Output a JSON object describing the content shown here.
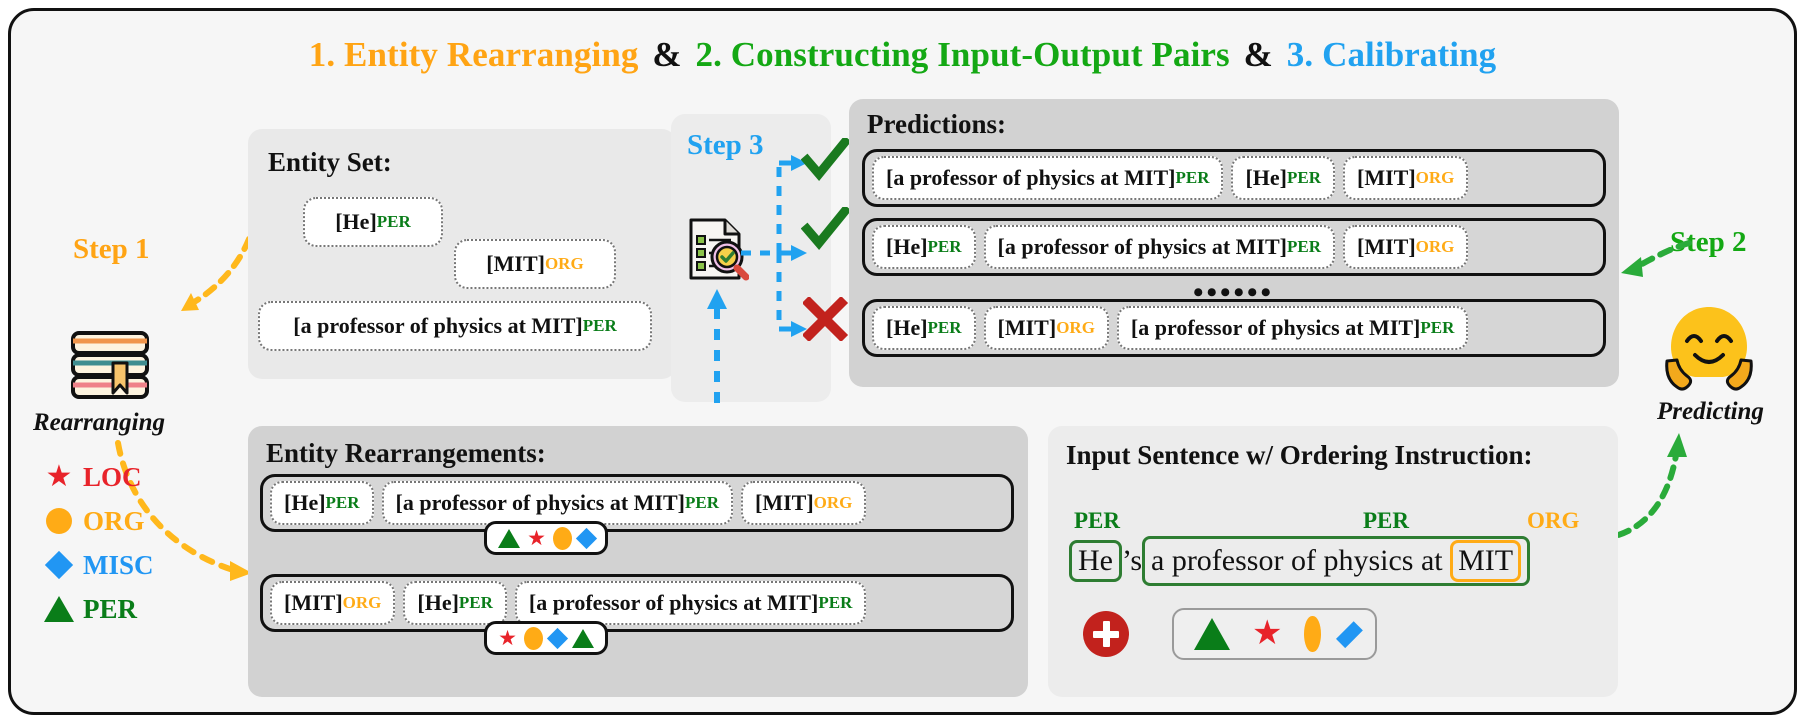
{
  "title": {
    "part1": "1. Entity Rearranging",
    "amp1": "&",
    "part2": "2. Constructing Input-Output Pairs",
    "amp2": "&",
    "part3": "3. Calibrating"
  },
  "steps": {
    "step1": "Step 1",
    "step2": "Step 2",
    "step3": "Step 3"
  },
  "left": {
    "books_caption": "Rearranging",
    "legend": [
      {
        "label": "LOC",
        "shape": "star",
        "color": "#e8232a"
      },
      {
        "label": "ORG",
        "shape": "circle",
        "color": "#ffab16"
      },
      {
        "label": "MISC",
        "shape": "diamond",
        "color": "#2196f3"
      },
      {
        "label": "PER",
        "shape": "triangle",
        "color": "#0a7d19"
      }
    ]
  },
  "right": {
    "face_caption": "Predicting"
  },
  "entity_set": {
    "heading": "Entity Set:",
    "items": [
      {
        "text": "[He]",
        "tag": "PER",
        "tag_color": "#0a7d19"
      },
      {
        "text": "[MIT]",
        "tag": "ORG",
        "tag_color": "#ffab16"
      },
      {
        "text": "[a professor of physics at MIT]",
        "tag": "PER",
        "tag_color": "#0a7d19"
      }
    ]
  },
  "rearrangements": {
    "heading": "Entity Rearrangements:",
    "rows": [
      {
        "chips": [
          {
            "text": "[He]",
            "tag": "PER"
          },
          {
            "text": "[a professor of physics at MIT]",
            "tag": "PER"
          },
          {
            "text": "[MIT]",
            "tag": "ORG"
          }
        ],
        "order_badge": [
          "triangle",
          "star",
          "circle",
          "diamond"
        ]
      },
      {
        "chips": [
          {
            "text": "[MIT]",
            "tag": "ORG"
          },
          {
            "text": "[He]",
            "tag": "PER"
          },
          {
            "text": "[a professor of physics at MIT]",
            "tag": "PER"
          }
        ],
        "order_badge": [
          "star",
          "circle",
          "diamond",
          "triangle"
        ]
      }
    ]
  },
  "predictions": {
    "heading": "Predictions:",
    "ellipsis": "••••••",
    "rows": [
      {
        "verdict": "check",
        "chips": [
          {
            "text": "[a professor of physics at MIT]",
            "tag": "PER"
          },
          {
            "text": "[He]",
            "tag": "PER"
          },
          {
            "text": "[MIT]",
            "tag": "ORG"
          }
        ]
      },
      {
        "verdict": "check",
        "chips": [
          {
            "text": "[He]",
            "tag": "PER"
          },
          {
            "text": "[a professor of physics at MIT]",
            "tag": "PER"
          },
          {
            "text": "[MIT]",
            "tag": "ORG"
          }
        ]
      },
      {
        "verdict": "cross",
        "chips": [
          {
            "text": "[He]",
            "tag": "PER"
          },
          {
            "text": "[MIT]",
            "tag": "ORG"
          },
          {
            "text": "[a professor of physics at MIT]",
            "tag": "PER"
          }
        ]
      }
    ]
  },
  "input_panel": {
    "heading": "Input Sentence w/ Ordering Instruction:",
    "tag_he": "PER",
    "tag_phrase": "PER",
    "tag_mit": "ORG",
    "word_he": "He",
    "word_apos": "’s",
    "phrase_pre": "a professor of physics at ",
    "word_mit": "MIT",
    "order_badge": [
      "triangle",
      "star",
      "circle",
      "diamond"
    ]
  },
  "colors": {
    "orange": "#ffa414",
    "green": "#14a814",
    "blue": "#21a2f0",
    "per": "#0a7d19",
    "org": "#ffab16",
    "loc": "#e8232a",
    "misc": "#2196f3",
    "check": "#1a7a1f",
    "cross": "#c2221d"
  }
}
